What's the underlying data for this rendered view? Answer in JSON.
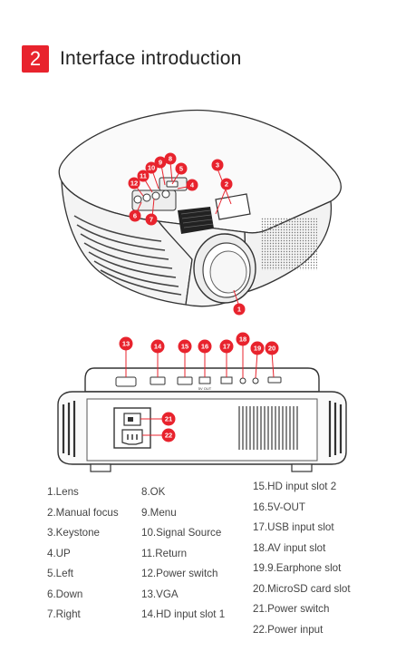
{
  "header": {
    "section_number": "2",
    "title": "Interface introduction"
  },
  "top_callouts": [
    "1",
    "2",
    "3",
    "4",
    "5",
    "6",
    "7",
    "8",
    "9",
    "10",
    "11",
    "12"
  ],
  "rear_callouts": [
    "13",
    "14",
    "15",
    "16",
    "17",
    "18",
    "19",
    "20",
    "21",
    "22"
  ],
  "port_labels": {
    "dc": "5V OUT"
  },
  "legend": {
    "col1": [
      "1.Lens",
      "2.Manual focus",
      "3.Keystone",
      "4.UP",
      "5.Left",
      "6.Down",
      "7.Right"
    ],
    "col2": [
      "8.OK",
      "9.Menu",
      "10.Signal Source",
      "11.Return",
      "12.Power switch",
      "13.VGA",
      "14.HD input slot 1"
    ],
    "col3": [
      "15.HD input slot 2",
      "16.5V-OUT",
      "17.USB input slot",
      "18.AV input slot",
      "19.9.Earphone slot",
      "20.MicroSD card slot",
      "21.Power switch",
      "22.Power input"
    ]
  },
  "colors": {
    "accent": "#e8232d"
  }
}
